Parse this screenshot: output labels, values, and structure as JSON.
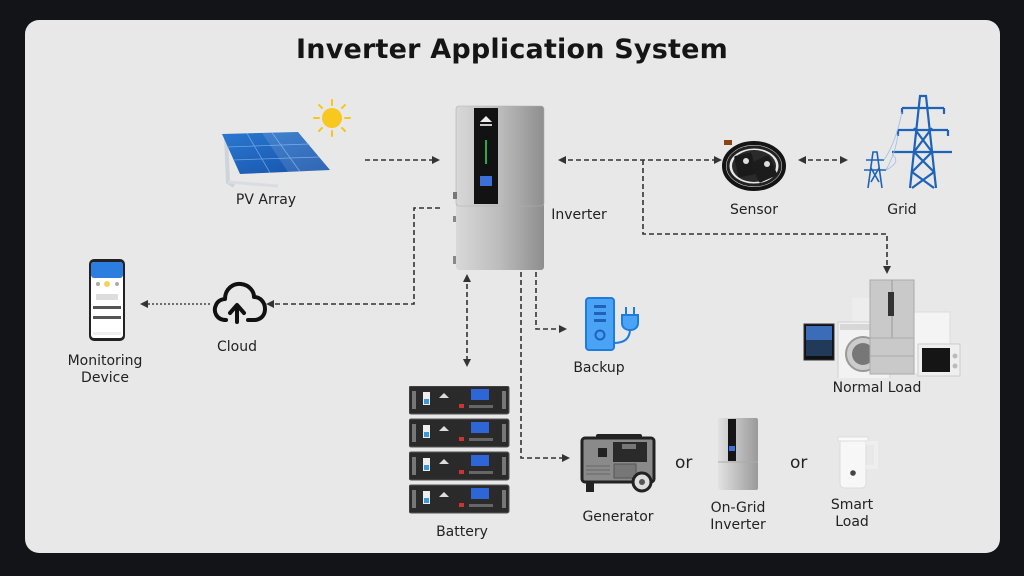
{
  "title": "Inverter Application System",
  "colors": {
    "background": "#131418",
    "panel": "#e8e8e8",
    "connector": "#333333",
    "accent_blue": "#1e63b8",
    "sun": "#f7c51e"
  },
  "nodes": {
    "pv_array": {
      "label": "PV Array",
      "icon": "solar-panel-icon"
    },
    "inverter": {
      "label": "Inverter",
      "icon": "inverter-icon"
    },
    "sensor": {
      "label": "Sensor",
      "icon": "current-sensor-icon"
    },
    "grid": {
      "label": "Grid",
      "icon": "power-tower-icon"
    },
    "normal_load": {
      "label": "Normal Load",
      "icon": "home-appliances-icon"
    },
    "monitoring_device": {
      "label_line1": "Monitoring",
      "label_line2": "Device",
      "icon": "smartphone-icon"
    },
    "cloud": {
      "label": "Cloud",
      "icon": "cloud-upload-icon"
    },
    "backup": {
      "label": "Backup",
      "icon": "backup-power-icon"
    },
    "battery": {
      "label": "Battery",
      "icon": "battery-rack-icon"
    },
    "generator": {
      "label": "Generator",
      "icon": "generator-icon"
    },
    "on_grid_inverter": {
      "label_line1": "On-Grid",
      "label_line2": "Inverter",
      "icon": "on-grid-inverter-icon"
    },
    "smart_load": {
      "label_line1": "Smart",
      "label_line2": "Load",
      "icon": "kettle-icon"
    }
  },
  "alternatives_separator": "or",
  "connections": [
    {
      "from": "PV Array",
      "to": "Inverter",
      "direction": "one-way"
    },
    {
      "from": "Inverter",
      "to": "Sensor",
      "direction": "two-way"
    },
    {
      "from": "Sensor",
      "to": "Grid",
      "direction": "two-way"
    },
    {
      "from": "Inverter",
      "to": "Normal Load",
      "direction": "one-way"
    },
    {
      "from": "Inverter",
      "to": "Cloud",
      "direction": "one-way"
    },
    {
      "from": "Cloud",
      "to": "Monitoring Device",
      "direction": "one-way"
    },
    {
      "from": "Inverter",
      "to": "Battery",
      "direction": "two-way"
    },
    {
      "from": "Inverter",
      "to": "Backup",
      "direction": "one-way"
    },
    {
      "from": "Inverter",
      "to": "Generator",
      "direction": "one-way"
    }
  ]
}
